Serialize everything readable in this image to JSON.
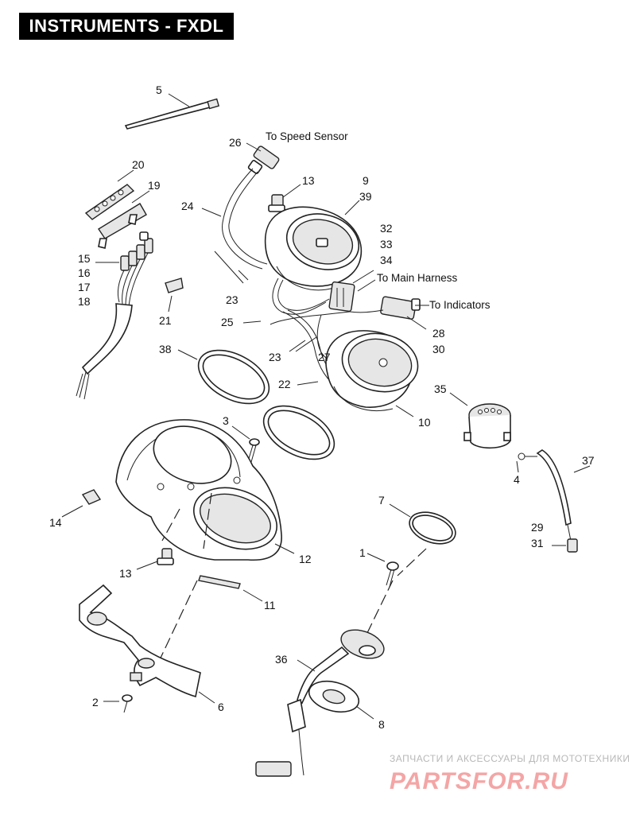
{
  "header": {
    "title": "INSTRUMENTS - FXDL"
  },
  "callouts": {
    "speed_sensor": "To Speed Sensor",
    "main_harness": "To Main Harness",
    "indicators": "To Indicators"
  },
  "part_numbers": {
    "n5": "5",
    "n26": "26",
    "n13a": "13",
    "n9": "9",
    "n39": "39",
    "n20": "20",
    "n19": "19",
    "n24": "24",
    "n32": "32",
    "n33": "33",
    "n34": "34",
    "n15": "15",
    "n16": "16",
    "n17": "17",
    "n18": "18",
    "n23a": "23",
    "n21": "21",
    "n25": "25",
    "n28": "28",
    "n30": "30",
    "n38": "38",
    "n23b": "23",
    "n27": "27",
    "n22": "22",
    "n35": "35",
    "n10": "10",
    "n3": "3",
    "n4": "4",
    "n37": "37",
    "n14": "14",
    "n7": "7",
    "n29": "29",
    "n31": "31",
    "n12": "12",
    "n1": "1",
    "n13b": "13",
    "n11": "11",
    "n36": "36",
    "n2": "2",
    "n6": "6",
    "n8": "8"
  },
  "watermark": {
    "tagline": "ЗАПЧАСТИ И АКСЕССУАРЫ ДЛЯ МОТОТЕХНИКИ",
    "brand": "PARTSFOR.RU"
  }
}
